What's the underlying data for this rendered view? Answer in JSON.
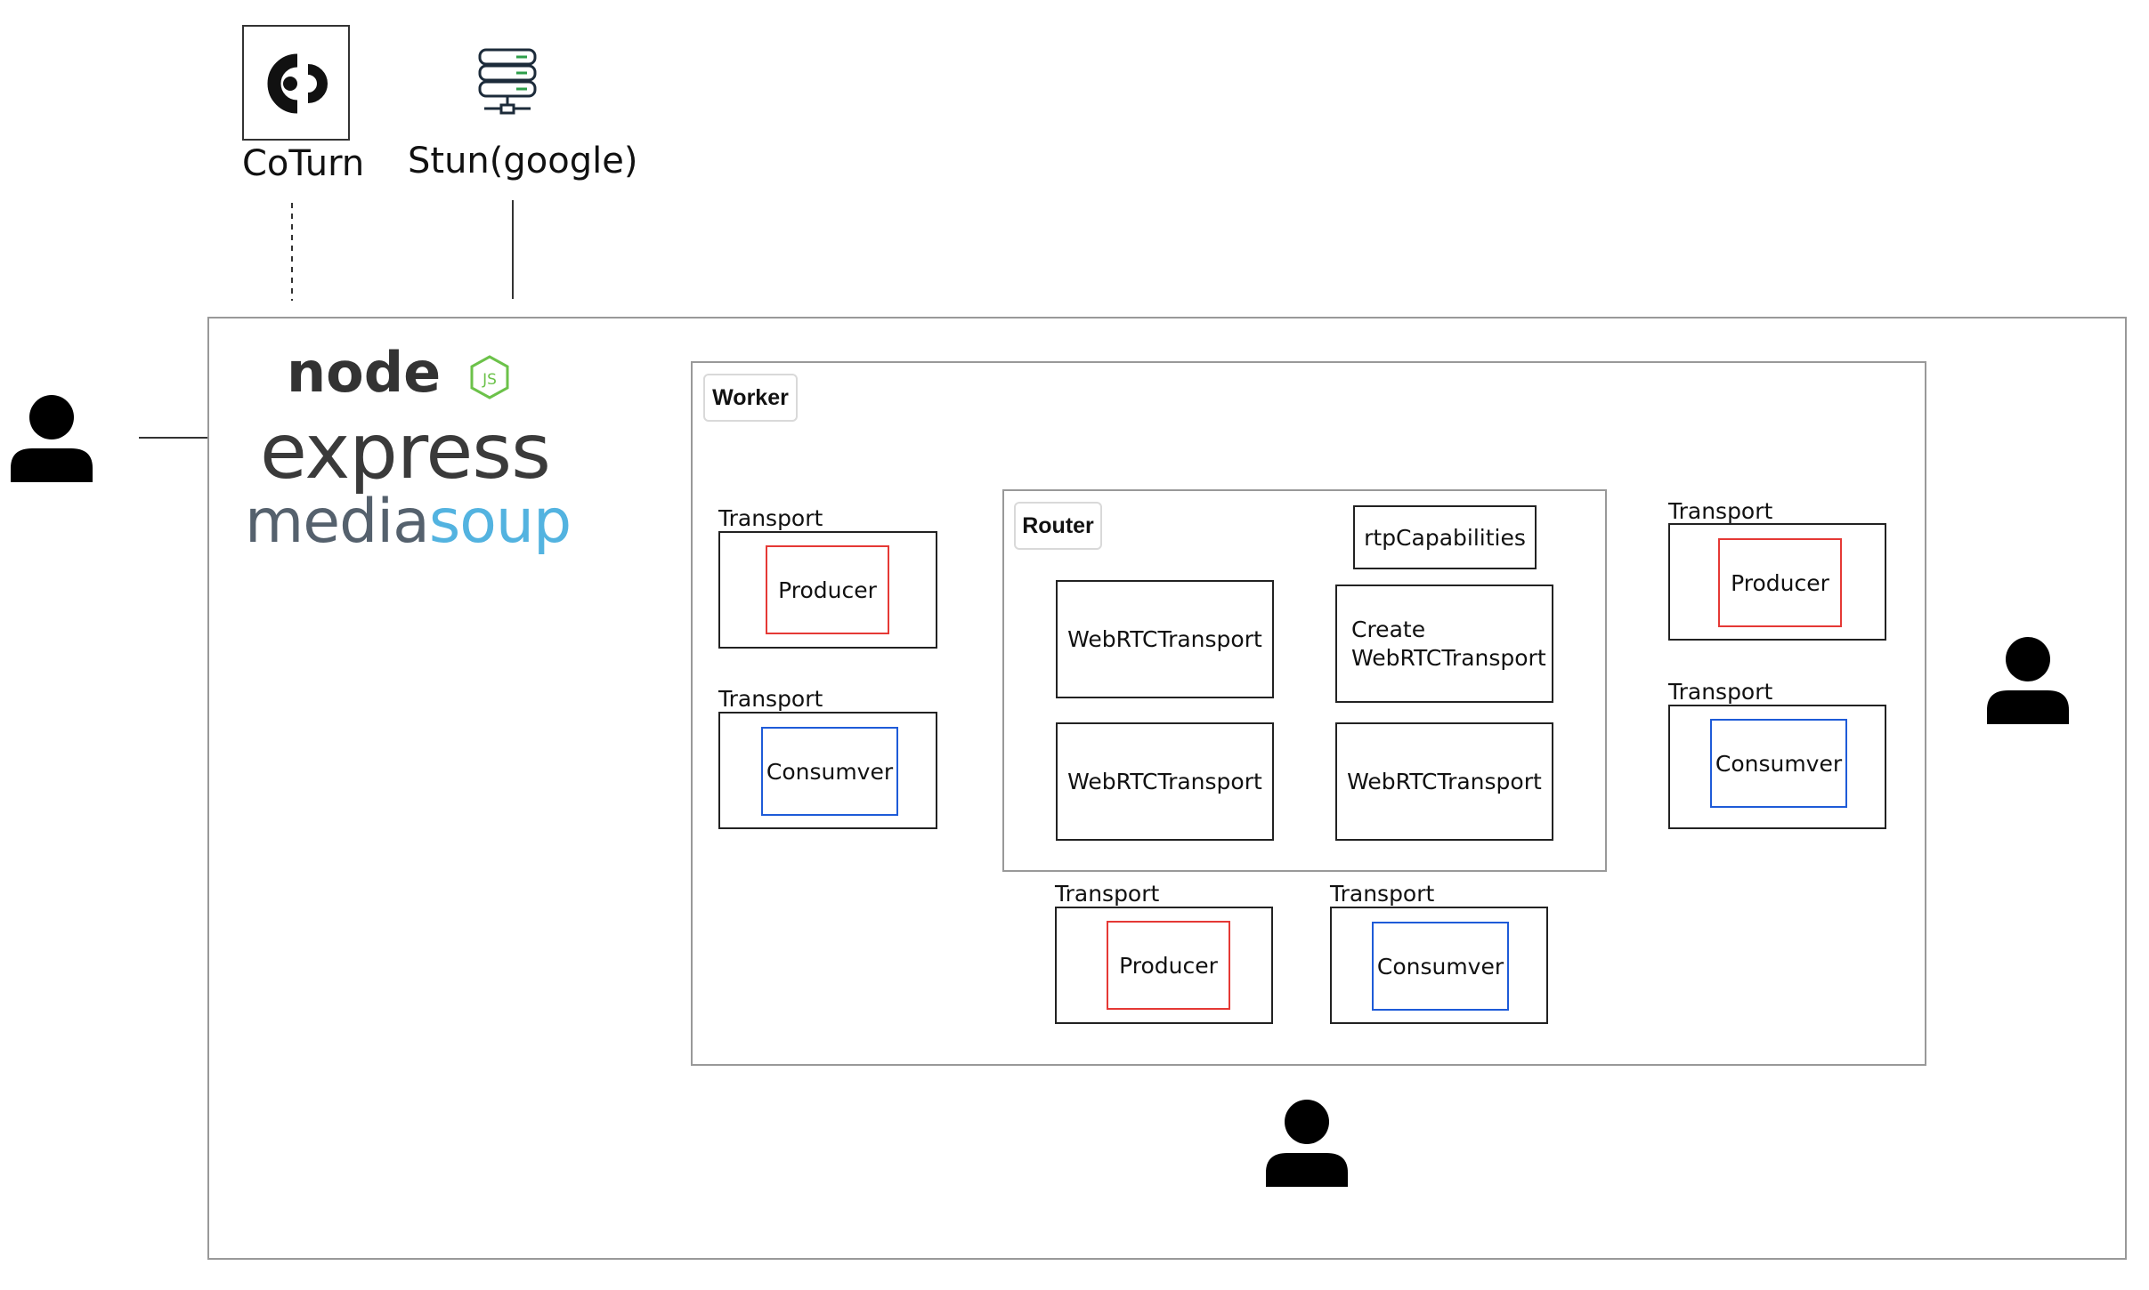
{
  "top": {
    "coturn_label": "CoTurn",
    "stun_label": "Stun(google)"
  },
  "logos": {
    "node": "node",
    "node_js_badge": "JS",
    "express": "express",
    "mediasoup_a": "media",
    "mediasoup_b": "soup"
  },
  "worker": {
    "label": "Worker"
  },
  "router": {
    "label": "Router",
    "rtp_capabilities": "rtpCapabilities",
    "cells": [
      "WebRTCTransport",
      "Create\nWebRTCTransport",
      "WebRTCTransport",
      "WebRTCTransport"
    ]
  },
  "transport_label": "Transport",
  "producer_label": "Producer",
  "consumer_label": "Consumver",
  "colors": {
    "producer_border": "#e53935",
    "consumer_border": "#1e5bd8",
    "node_green": "#6cc24a",
    "node_dark": "#333333",
    "mediasoup_gray": "#55616d",
    "mediasoup_blue": "#53b3e0"
  },
  "icons": {
    "coturn": "coturn-logo-icon",
    "stun": "server-icon",
    "user": "user-icon"
  }
}
